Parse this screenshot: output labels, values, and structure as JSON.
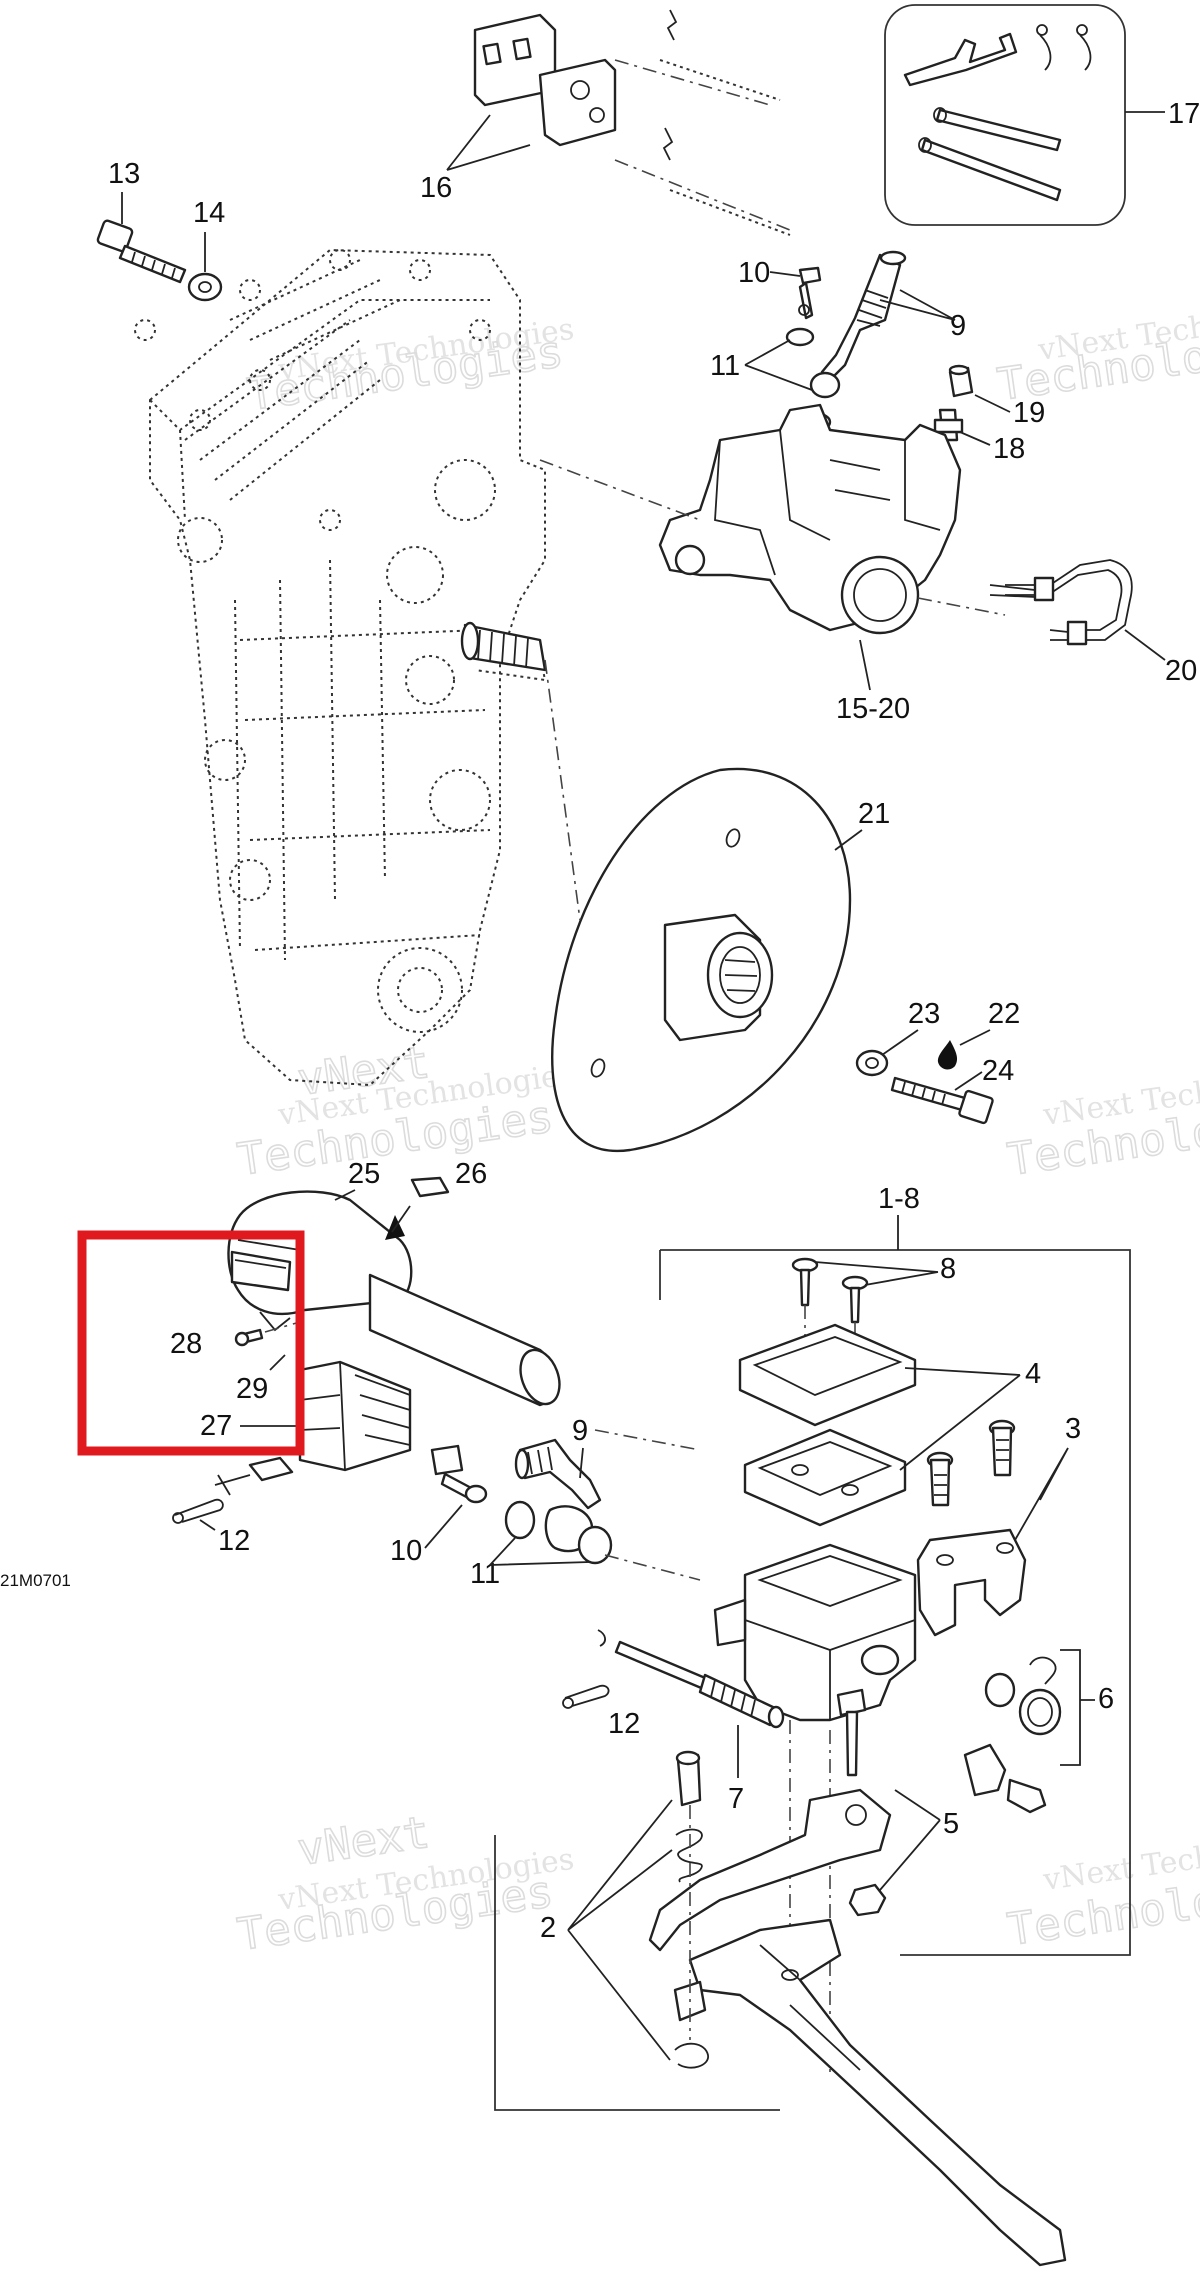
{
  "diagram": {
    "drawing_code": "21M0701",
    "callouts": {
      "c13": "13",
      "c14": "14",
      "c16": "16",
      "c17": "17",
      "c10_top": "10",
      "c9_top": "9",
      "c11_top": "11",
      "c19": "19",
      "c18": "18",
      "c20": "20",
      "c15_20": "15-20",
      "c21": "21",
      "c23": "23",
      "c22": "22",
      "c24": "24",
      "c25": "25",
      "c26": "26",
      "c1_8": "1-8",
      "c8": "8",
      "c4": "4",
      "c3": "3",
      "c28": "28",
      "c29": "29",
      "c27": "27",
      "c9_mid": "9",
      "c10_mid": "10",
      "c11_mid": "11",
      "c12_left": "12",
      "c12_right": "12",
      "c6": "6",
      "c7": "7",
      "c5": "5",
      "c2": "2"
    },
    "watermark": {
      "line1": "vNext Technologies",
      "line2": "vNext",
      "line3": "Technologies"
    },
    "highlight_color": "#e0191f"
  }
}
